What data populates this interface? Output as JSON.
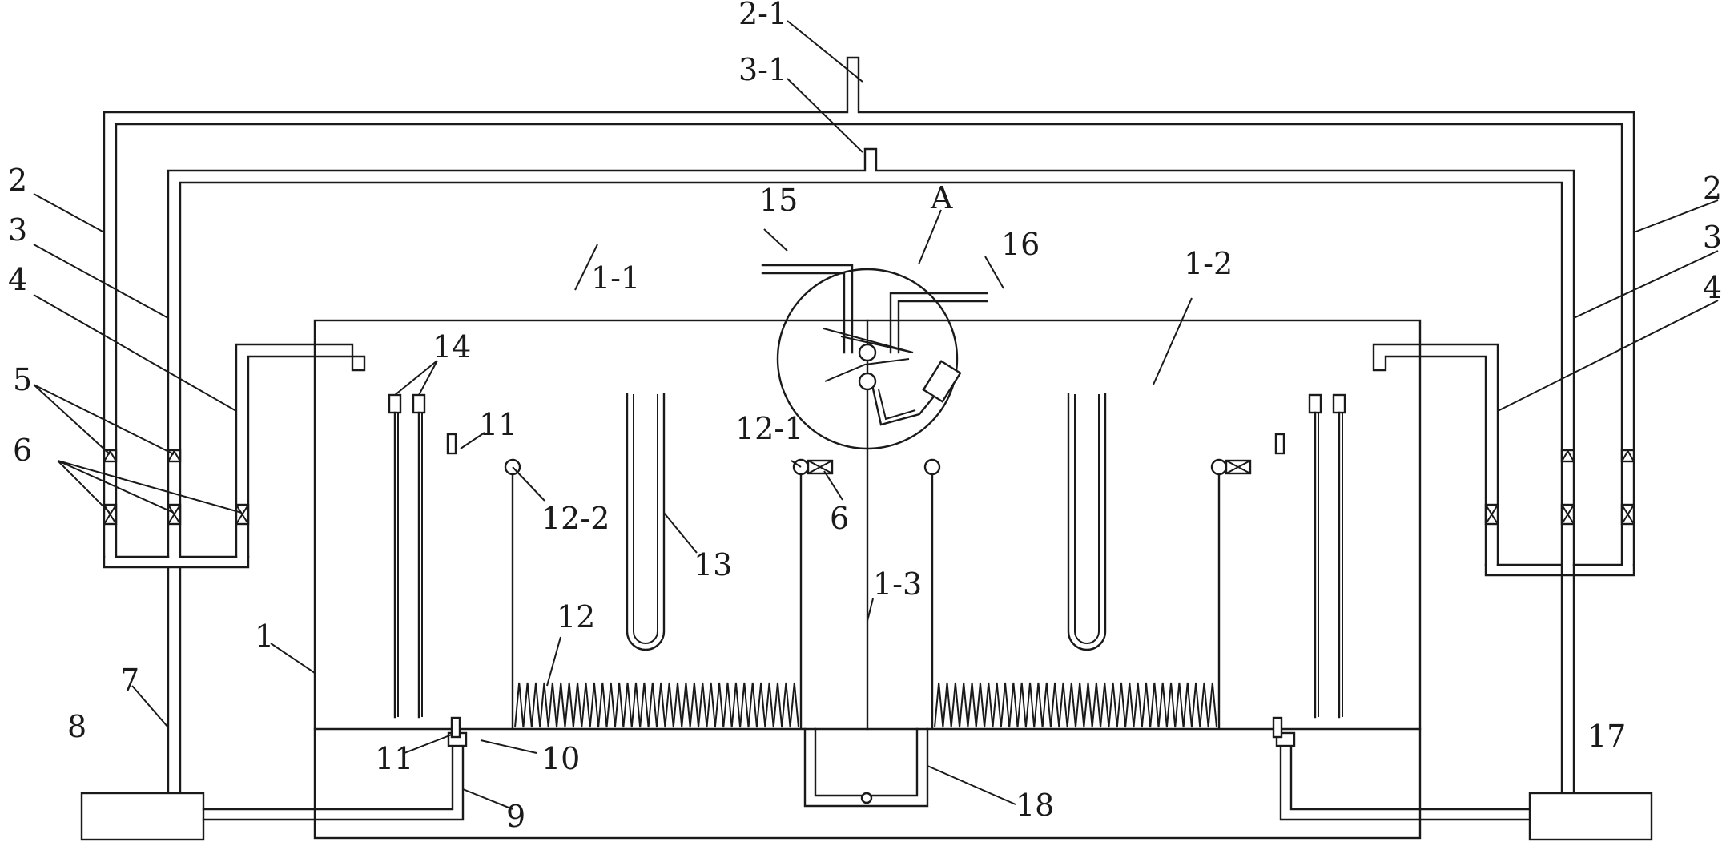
{
  "diagram": {
    "labels": {
      "l_2_1": "2-1",
      "l_3_1": "3-1",
      "l_2": "2",
      "l_3": "3",
      "l_4": "4",
      "l_5": "5",
      "l_6": "6",
      "l_1_1": "1-1",
      "l_1_2": "1-2",
      "l_1_3": "1-3",
      "l_15": "15",
      "l_A": "A",
      "l_16": "16",
      "l_14": "14",
      "l_11": "11",
      "l_12_1": "12-1",
      "l_12_2": "12-2",
      "l_12": "12",
      "l_13": "13",
      "l_1": "1",
      "l_7": "7",
      "l_8": "8",
      "l_9": "9",
      "l_10": "10",
      "l_17": "17",
      "l_18": "18"
    }
  }
}
